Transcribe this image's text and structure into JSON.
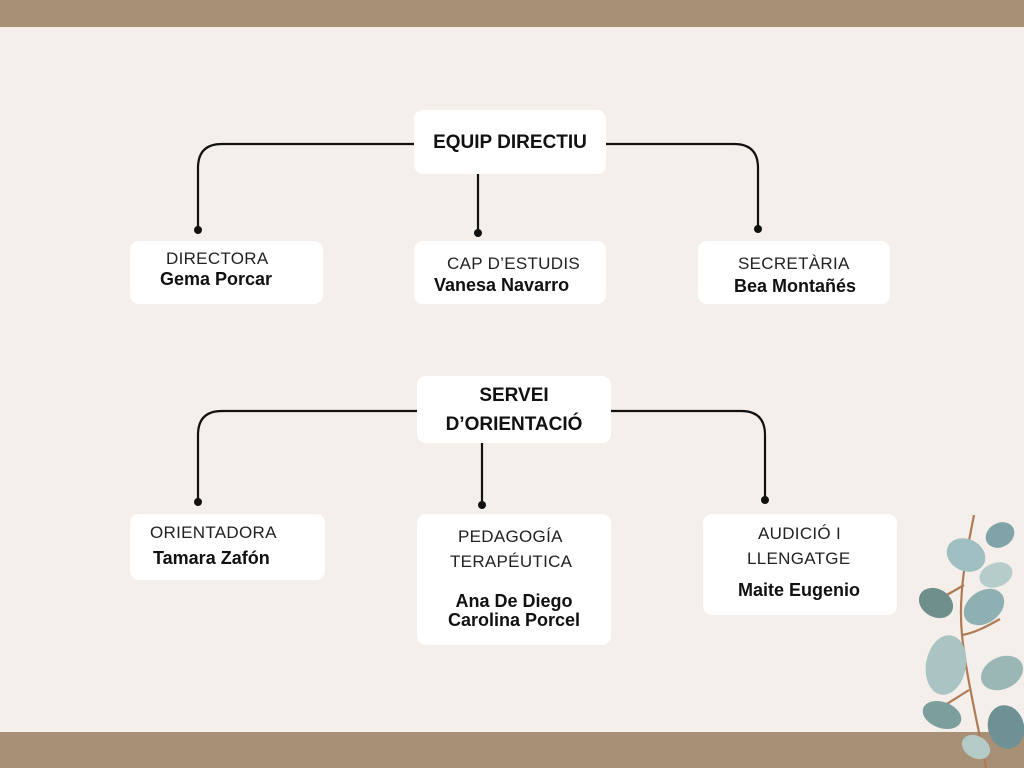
{
  "colors": {
    "background": "#f4efea",
    "band": "#a89077",
    "box": "#ffffff",
    "line": "#111111"
  },
  "equip": {
    "title": "EQUIP DIRECTIU",
    "members": [
      {
        "role": "DIRECTORA",
        "names": [
          "Gema Porcar"
        ]
      },
      {
        "role": "CAP D’ESTUDIS",
        "names": [
          "Vanesa Navarro"
        ]
      },
      {
        "role": "SECRETÀRIA",
        "names": [
          "Bea Montañés"
        ]
      }
    ]
  },
  "servei": {
    "title_lines": [
      "SERVEI",
      "D’ORIENTACIÓ"
    ],
    "members": [
      {
        "role_lines": [
          "ORIENTADORA"
        ],
        "names": [
          "Tamara Zafón"
        ]
      },
      {
        "role_lines": [
          "PEDAGOGÍA",
          "TERAPÉUTICA"
        ],
        "names": [
          "Ana De Diego",
          "Carolina Porcel"
        ]
      },
      {
        "role_lines": [
          "AUDICIÓ I",
          "LLENGATGE"
        ],
        "names": [
          "Maite Eugenio"
        ]
      }
    ]
  },
  "decoration": {
    "icon": "eucalyptus-branch-icon"
  }
}
